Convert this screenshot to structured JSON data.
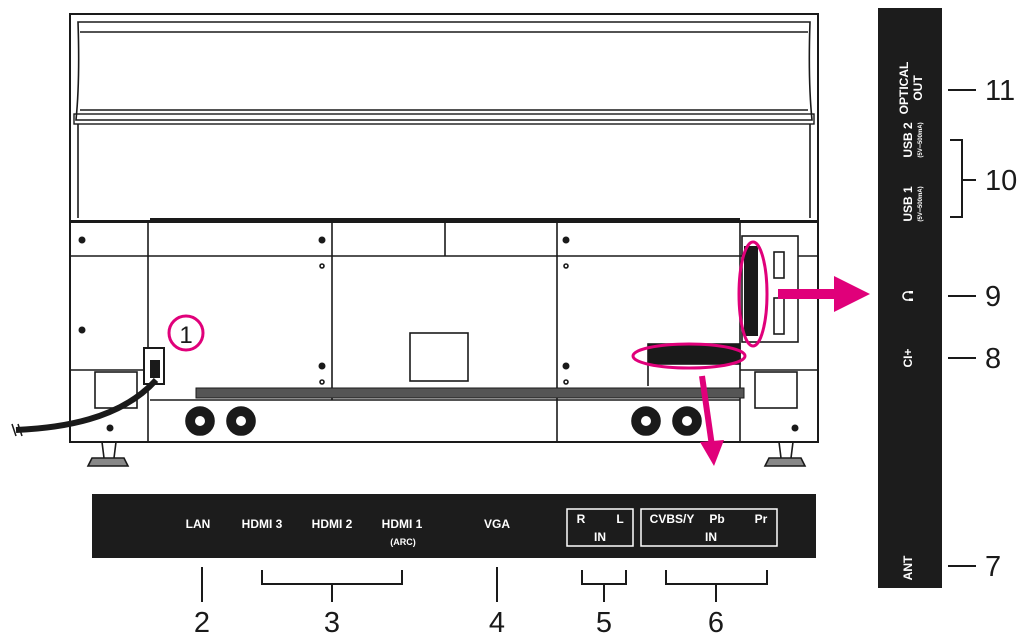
{
  "callout_one": "1",
  "bottom_panel": {
    "lan": "LAN",
    "hdmi3": "HDMI 3",
    "hdmi2": "HDMI 2",
    "hdmi1": "HDMI 1",
    "arc": "(ARC)",
    "vga": "VGA",
    "audio_r": "R",
    "audio_l": "L",
    "audio_in": "IN",
    "cvbs": "CVBS/Y",
    "pb": "Pb",
    "pr": "Pr",
    "video_in": "IN"
  },
  "side_panel": {
    "optical_1": "OPTICAL",
    "optical_2": "OUT",
    "usb2": "USB 2",
    "usb2_spec": "(5V═500mA)",
    "usb1": "USB 1",
    "usb1_spec": "(5V═500mA)",
    "headphone_icon": "headphone-icon",
    "ci": "CI+",
    "ant": "ANT"
  },
  "callout_numbers": {
    "n2": "2",
    "n3": "3",
    "n4": "4",
    "n5": "5",
    "n6": "6",
    "n7": "7",
    "n8": "8",
    "n9": "9",
    "n10": "10",
    "n11": "11"
  },
  "colors": {
    "accent": "#e0007a",
    "panel": "#1c1c1c",
    "line": "#1a1a1a"
  }
}
